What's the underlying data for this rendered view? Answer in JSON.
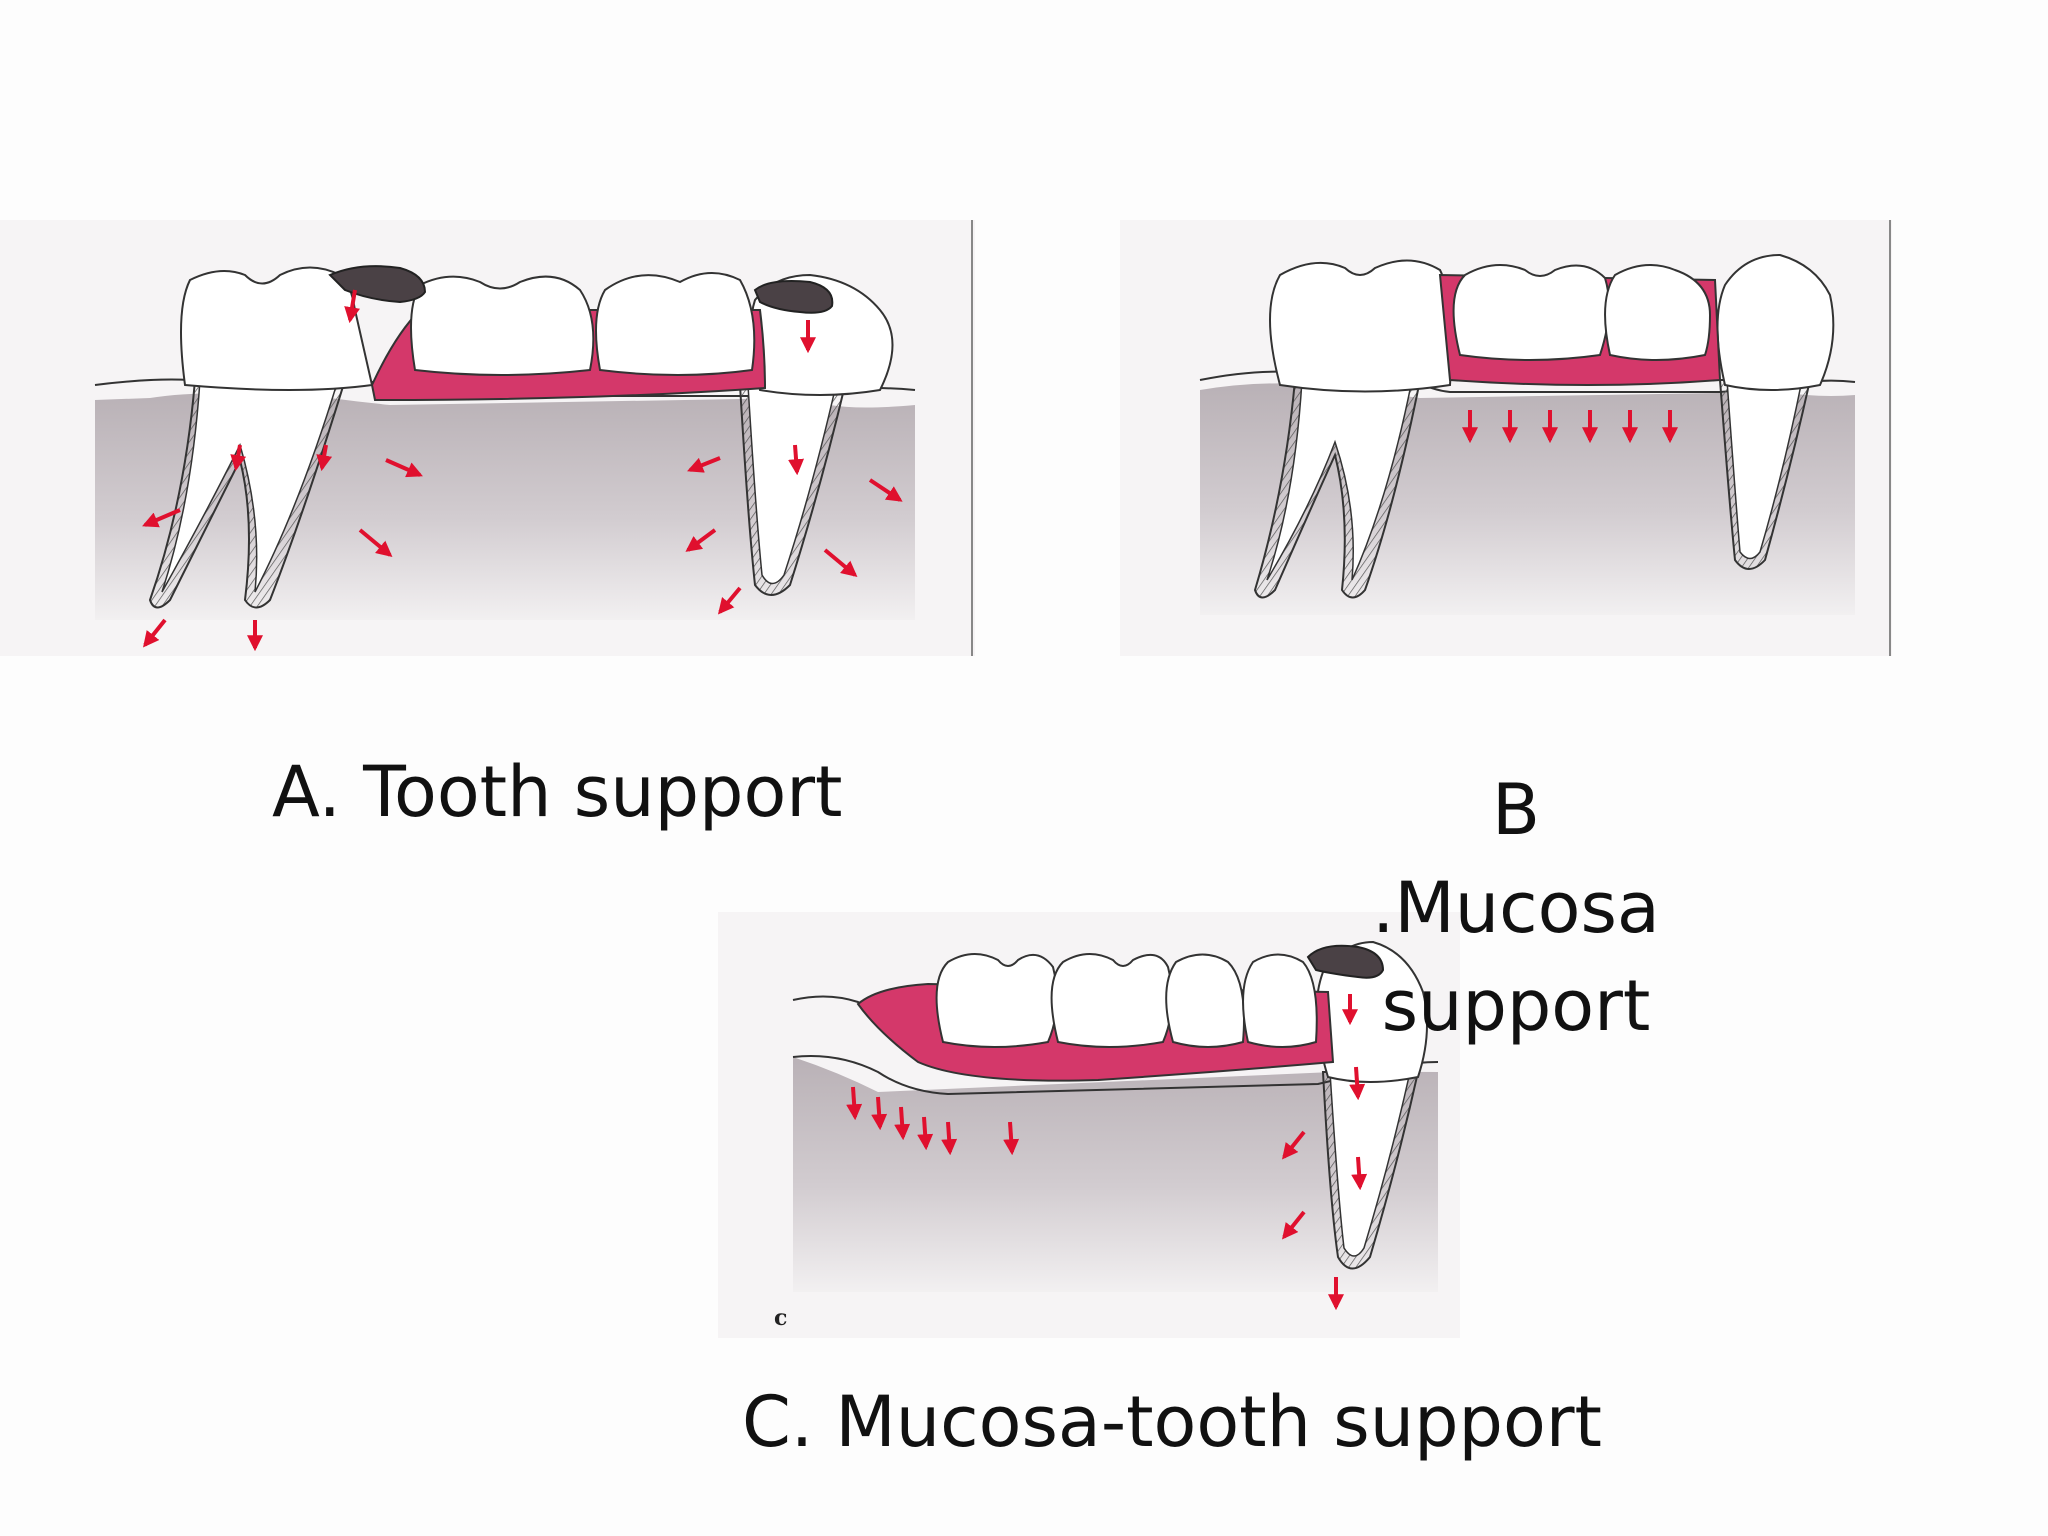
{
  "captions": {
    "a": "A. Tooth support",
    "b": "B .Mucosa support",
    "c": "C. Mucosa-tooth support"
  },
  "panel_c_letter": "c",
  "colors": {
    "denture_base": "#d4386a",
    "force_arrow": "#e0102e",
    "clasp": "#4a4145",
    "tissue": "#c9c3c7",
    "background": "#fdfdfd"
  }
}
